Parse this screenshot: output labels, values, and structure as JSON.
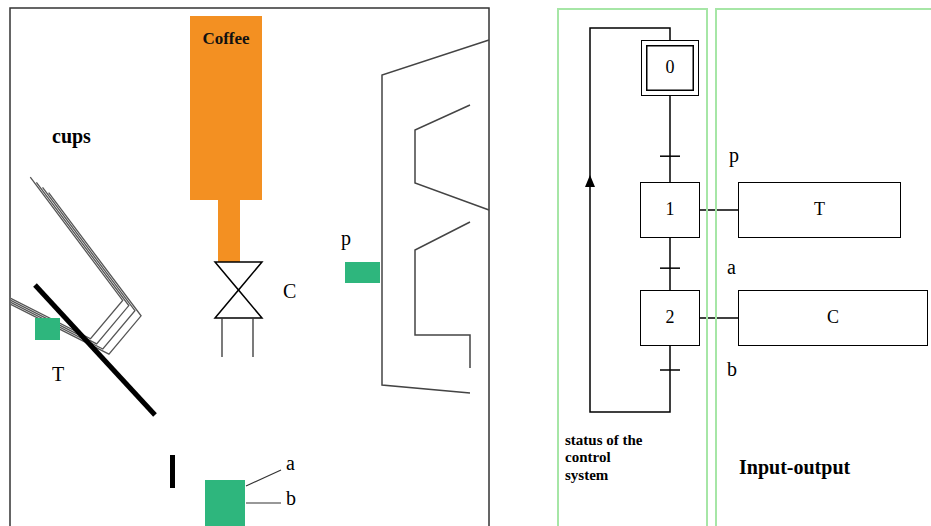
{
  "diagram": {
    "nodes": [
      {
        "text": [
          "Coffee"
        ]
      },
      {
        "text": [
          "status of the control system"
        ]
      },
      {
        "text": [
          "0"
        ],
        "in": 1
      },
      {
        "text": [
          "1"
        ],
        "in": 1
      },
      {
        "text": [
          "2"
        ],
        "in": 1
      },
      {
        "text": [
          "Input-output"
        ]
      },
      {
        "text": [
          "T"
        ],
        "in": 5
      },
      {
        "text": [
          "C"
        ],
        "in": 5
      }
    ],
    "edges": [
      {
        "from": 2,
        "to": 3,
        "arrow": "none",
        "label": "p"
      },
      {
        "from": 3,
        "to": 4,
        "arrow": "none",
        "label": "a"
      },
      {
        "from": 4,
        "to": 2,
        "arrow": "to",
        "label": "b"
      },
      {
        "from": 3,
        "to": 6,
        "arrow": "none"
      },
      {
        "from": 4,
        "to": 7,
        "arrow": "none"
      }
    ],
    "labels": [
      "cups",
      "T",
      "C",
      "p",
      "a",
      "b"
    ]
  }
}
